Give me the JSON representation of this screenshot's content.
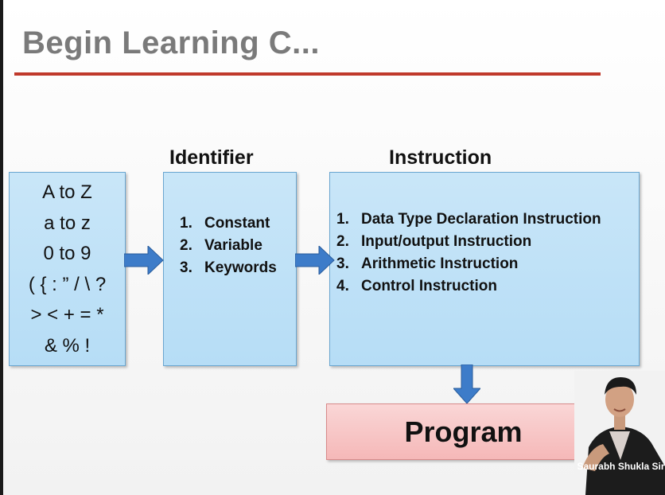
{
  "slide": {
    "title": "Begin Learning C...",
    "headings": {
      "identifier": "Identifier",
      "instruction": "Instruction"
    },
    "character_set": [
      "A to Z",
      "a to z",
      "0 to 9",
      "( { : ” / \\ ?",
      "> < + = *",
      "& % !"
    ],
    "identifier_items": [
      {
        "num": "1.",
        "label": "Constant"
      },
      {
        "num": "2.",
        "label": "Variable"
      },
      {
        "num": "3.",
        "label": "Keywords"
      }
    ],
    "instruction_items": [
      {
        "num": "1.",
        "label": "Data Type Declaration Instruction"
      },
      {
        "num": "2.",
        "label": "Input/output Instruction"
      },
      {
        "num": "3.",
        "label": "Arithmetic Instruction"
      },
      {
        "num": "4.",
        "label": "Control Instruction"
      }
    ],
    "program_label": "Program",
    "presenter_name": "Saurabh Shukla Sir"
  },
  "colors": {
    "title_rule": "#c0392b",
    "box_fill": "#b6ddf6",
    "program_fill": "#f5b8b8",
    "arrow_fill": "#3d7cc9"
  }
}
